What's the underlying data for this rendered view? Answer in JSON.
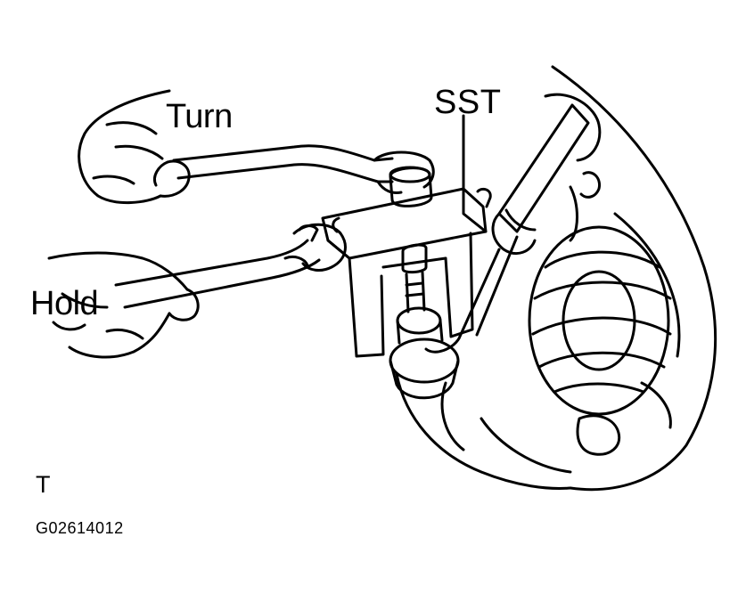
{
  "labels": {
    "turn": "Turn",
    "sst": "SST",
    "hold": "Hold"
  },
  "section_code": "T",
  "figure_id": "G02614012",
  "colors": {
    "line": "#000000",
    "background": "#ffffff"
  }
}
